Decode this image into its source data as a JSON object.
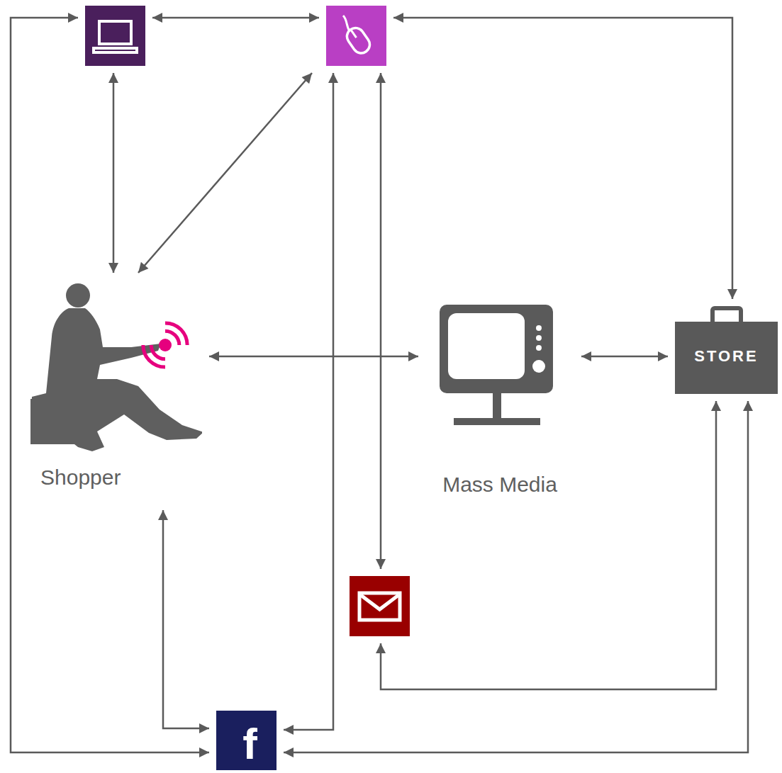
{
  "diagram": {
    "nodes": [
      {
        "text": []
      },
      {
        "text": []
      },
      {
        "text": [
          "Shopper"
        ]
      },
      {
        "text": [
          "Mass Media"
        ]
      },
      {
        "text": [
          "STORE"
        ]
      },
      {
        "text": []
      },
      {
        "text": [
          "f"
        ]
      }
    ],
    "edges": [
      {
        "from": 0,
        "to": 1,
        "arrow": "both"
      },
      {
        "from": 1,
        "to": 4,
        "arrow": "both"
      },
      {
        "from": 0,
        "to": 2,
        "arrow": "both"
      },
      {
        "from": 1,
        "to": 2,
        "arrow": "both"
      },
      {
        "from": 2,
        "to": 3,
        "arrow": "both"
      },
      {
        "from": 3,
        "to": 4,
        "arrow": "both"
      },
      {
        "from": 1,
        "to": 5,
        "arrow": "both"
      },
      {
        "from": 1,
        "to": 6,
        "arrow": "both"
      },
      {
        "from": 2,
        "to": 6,
        "arrow": "both"
      },
      {
        "from": 0,
        "to": 6,
        "arrow": "both"
      },
      {
        "from": 5,
        "to": 4,
        "arrow": "both"
      },
      {
        "from": 4,
        "to": 6,
        "arrow": "both"
      }
    ]
  }
}
